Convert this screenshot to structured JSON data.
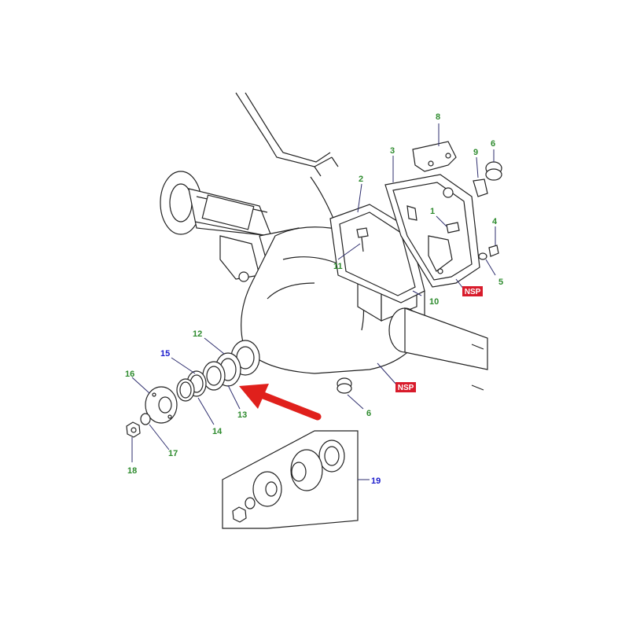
{
  "callouts": {
    "c1": "1",
    "c2": "2",
    "c3": "3",
    "c4": "4",
    "c5": "5",
    "c6a": "6",
    "c6b": "6",
    "c8": "8",
    "c9": "9",
    "c10": "10",
    "c11": "11",
    "c12": "12",
    "c13": "13",
    "c14": "14",
    "c15": "15",
    "c16": "16",
    "c17": "17",
    "c18": "18",
    "c19": "19"
  },
  "badges": {
    "nsp_top": "NSP",
    "nsp_mid": "NSP"
  },
  "colors": {
    "callout_green": "#2e8b2e",
    "callout_blue": "#1a1acc",
    "nsp_bg": "#d81b2b",
    "arrow_red": "#e0201c"
  }
}
